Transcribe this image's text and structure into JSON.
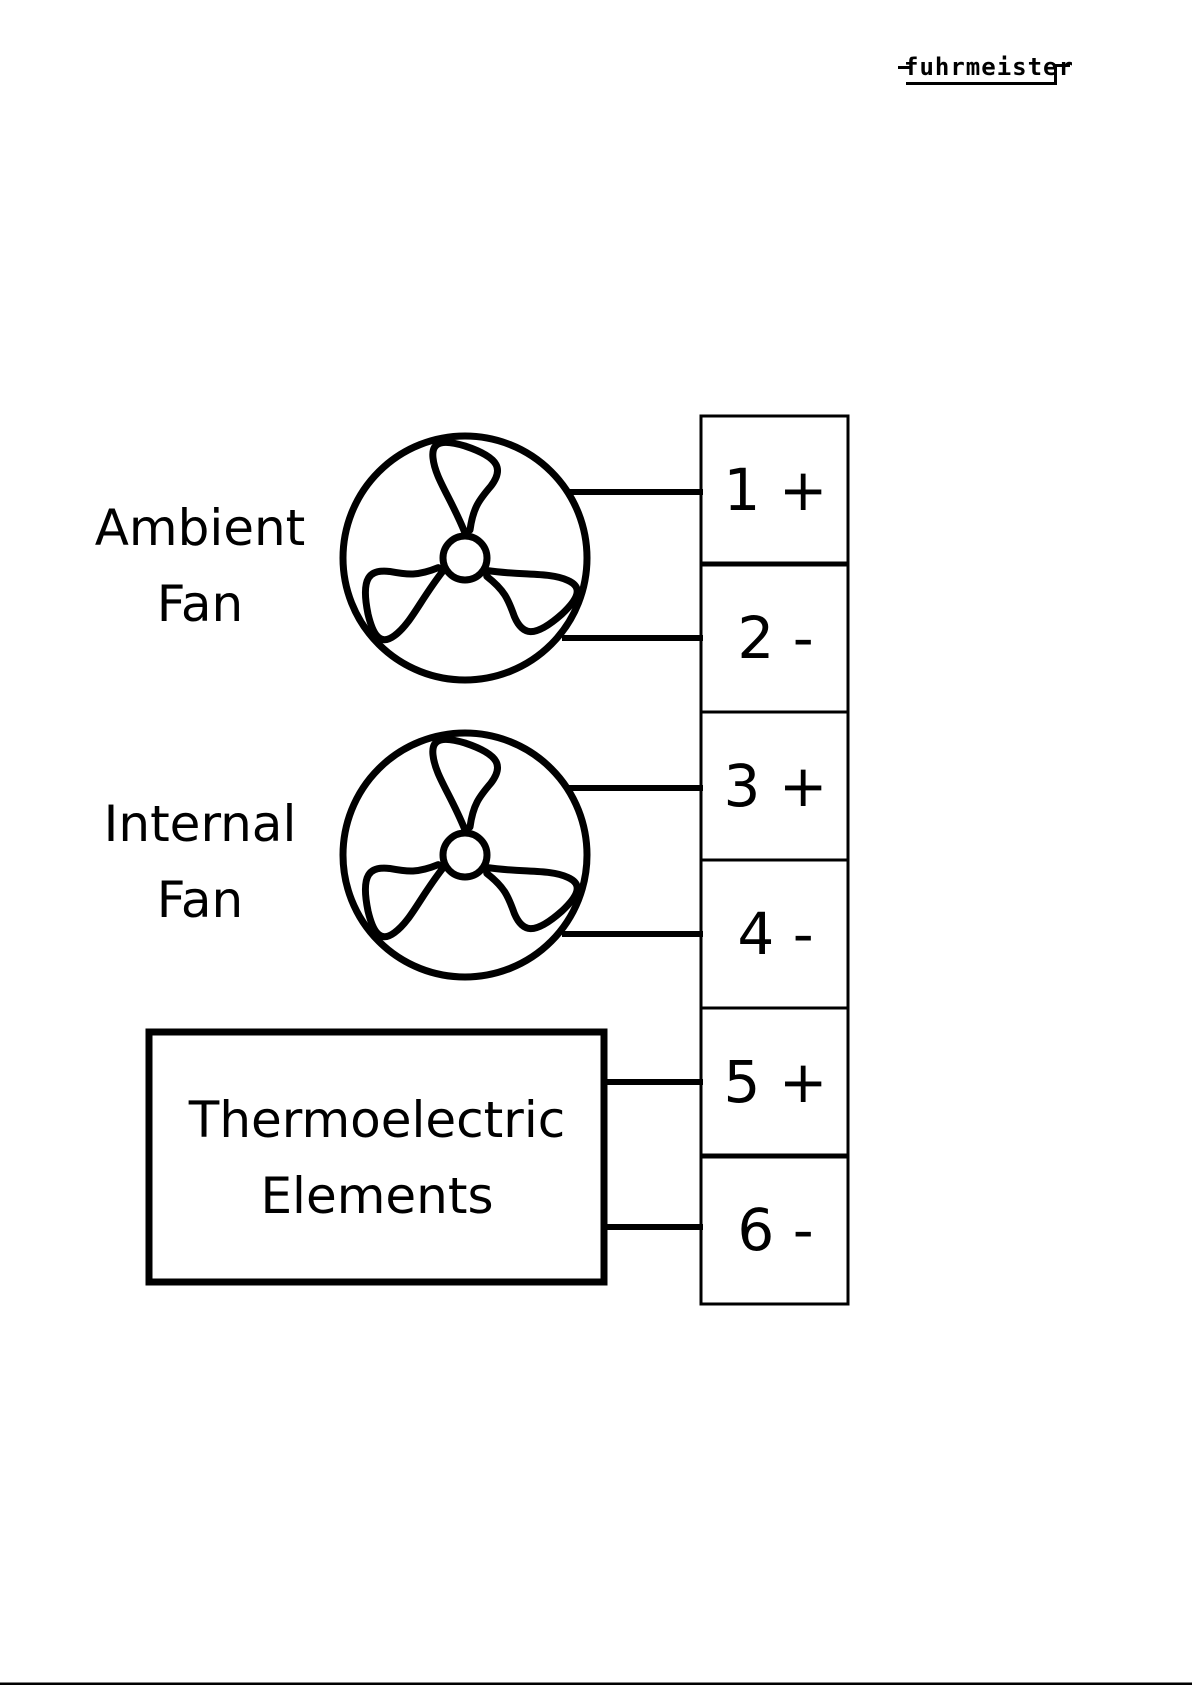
{
  "logo": {
    "text": "fuhrmeister"
  },
  "devices": {
    "ambient_fan": {
      "line1": "Ambient",
      "line2": "Fan"
    },
    "internal_fan": {
      "line1": "Internal",
      "line2": "Fan"
    },
    "thermoelectric": {
      "line1": "Thermoelectric",
      "line2": "Elements"
    }
  },
  "terminals": [
    {
      "label": "1 +"
    },
    {
      "label": "2 -"
    },
    {
      "label": "3 +"
    },
    {
      "label": "4 -"
    },
    {
      "label": "5 +"
    },
    {
      "label": "6 -"
    }
  ]
}
